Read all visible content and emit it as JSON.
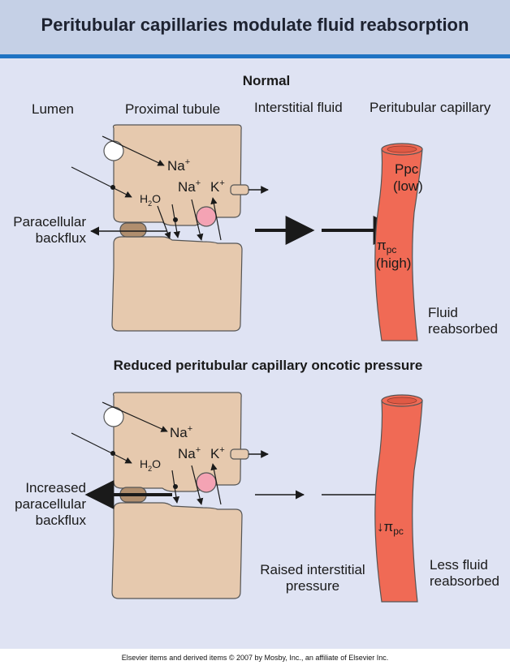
{
  "title": "Peritubular capillaries modulate fluid reabsorption",
  "footer": "Elsevier items and derived items © 2007 by Mosby, Inc., an affiliate of Elsevier Inc.",
  "normal": {
    "heading": "Normal",
    "col_lumen": "Lumen",
    "col_tubule": "Proximal tubule",
    "col_interstitial": "Interstitial fluid",
    "col_capillary": "Peritubular capillary",
    "backflux_line1": "Paracellular",
    "backflux_line2": "backflux",
    "ppc_line1": "Ppc",
    "ppc_line2": "(low)",
    "pi_symbol": "π",
    "pi_sub": "pc",
    "pi_level": "(high)",
    "outcome_line1": "Fluid",
    "outcome_line2": "reabsorbed"
  },
  "reduced": {
    "heading": "Reduced peritubular capillary oncotic pressure",
    "backflux_line1": "Increased",
    "backflux_line2": "paracellular",
    "backflux_line3": "backflux",
    "interstitial_line1": "Raised interstitial",
    "interstitial_line2": "pressure",
    "pi_arrow": "↓",
    "pi_symbol": "π",
    "pi_sub": "pc",
    "outcome_line1": "Less fluid",
    "outcome_line2": "reabsorbed"
  },
  "ions": {
    "na": "Na",
    "k": "K",
    "plus": "+",
    "h2o_h": "H",
    "h2o_2": "2",
    "h2o_o": "O"
  },
  "colors": {
    "title_bg": "#c5d0e6",
    "rule": "#1f73c3",
    "panel_bg": "#dfe3f3",
    "cell": "#e6c9ae",
    "capillary": "#f06a55",
    "pump": "#f4a3b4",
    "junction": "#b08e6e"
  }
}
